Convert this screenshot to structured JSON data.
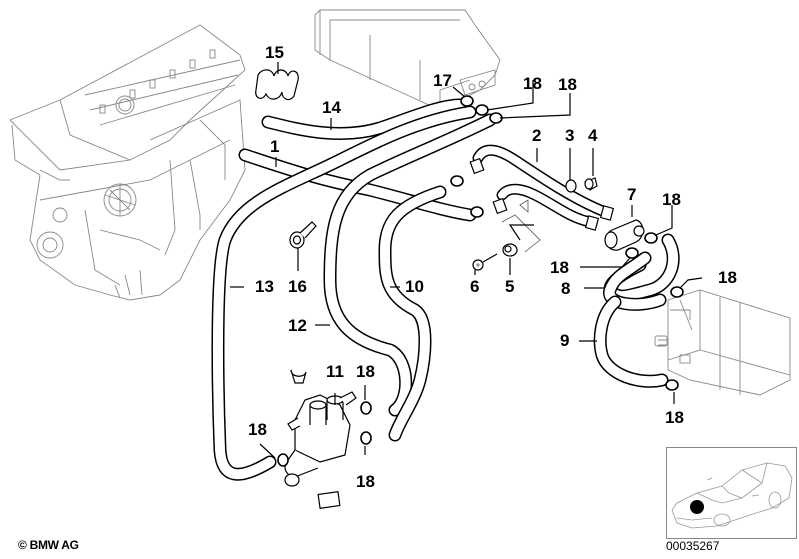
{
  "diagram": {
    "title": "Water hoses / heater valve",
    "callouts": [
      {
        "id": "1",
        "part": "hose"
      },
      {
        "id": "2",
        "part": "pipe"
      },
      {
        "id": "3",
        "part": "cap"
      },
      {
        "id": "4",
        "part": "clip"
      },
      {
        "id": "5",
        "part": "grommet"
      },
      {
        "id": "6",
        "part": "screw"
      },
      {
        "id": "7",
        "part": "adapter"
      },
      {
        "id": "8",
        "part": "hose"
      },
      {
        "id": "9",
        "part": "hose"
      },
      {
        "id": "10",
        "part": "hose"
      },
      {
        "id": "11",
        "part": "heater-valve"
      },
      {
        "id": "12",
        "part": "hose"
      },
      {
        "id": "13",
        "part": "hose"
      },
      {
        "id": "14",
        "part": "hose"
      },
      {
        "id": "15",
        "part": "hose-holder"
      },
      {
        "id": "16",
        "part": "hose-clip"
      },
      {
        "id": "17",
        "part": "hose-clamp"
      },
      {
        "id": "18",
        "part": "hose-clamp"
      }
    ],
    "labels": {
      "l1": "1",
      "l2": "2",
      "l3": "3",
      "l4": "4",
      "l5": "5",
      "l6": "6",
      "l7": "7",
      "l8": "8",
      "l9": "9",
      "l10": "10",
      "l11": "11",
      "l12": "12",
      "l13": "13",
      "l14": "14",
      "l15": "15",
      "l16": "16",
      "l17": "17",
      "l18": "18"
    }
  },
  "footer": {
    "copyright": "© BMW AG",
    "diagram_number": "00035267"
  },
  "locator": {
    "description": "car-position-indicator",
    "marker_color": "#000000"
  }
}
